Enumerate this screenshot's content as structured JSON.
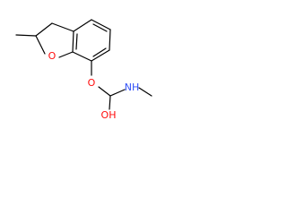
{
  "molecule": {
    "atom_labels": {
      "ring_oxygen": "O",
      "ester_oxygen": "O",
      "nitrogen_h": "NH",
      "hydroxyl": "OH"
    },
    "colors": {
      "bond": "#000000",
      "oxygen": "#ff0d0d",
      "nitrogen": "#3050f8",
      "background": "#ffffff"
    }
  }
}
